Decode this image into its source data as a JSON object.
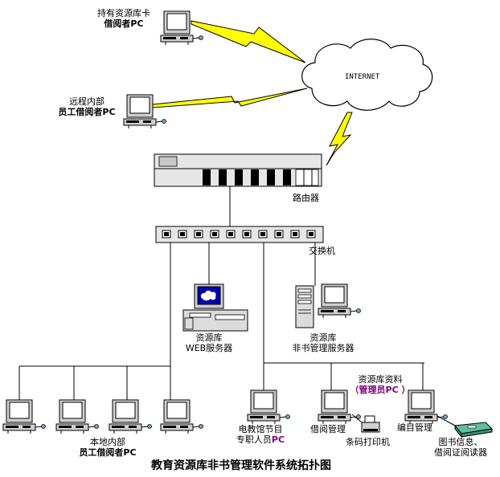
{
  "labels": {
    "top_user_line1": "持有资源库卡",
    "top_user_line2": "借阅者PC",
    "remote_line1": "远程内部",
    "remote_line2": "员工借阅者PC",
    "internet": "INTERNET",
    "router": "路由器",
    "switch": "交换机",
    "web_server_line1": "资源库",
    "web_server_line2": "WEB服务器",
    "nonbook_server_line1": "资源库",
    "nonbook_server_line2": "非书管理服务器",
    "local_line1": "本地内部",
    "local_line2": "员工借阅者PC",
    "av_staff_line1": "电教馆节目",
    "av_staff_line2_prefix": "专职人员",
    "av_staff_line2_suffix": "PC",
    "admin_line1": "资源库资料",
    "admin_line2": "（管理员PC ）",
    "circulation": "借阅管理",
    "catalog": "编目管理",
    "barcode_printer": "条码打印机",
    "reader_line1": "图书信息、",
    "reader_line2": "借阅证阅读器"
  },
  "caption": "教育资源库非书管理软件系统拓扑图"
}
